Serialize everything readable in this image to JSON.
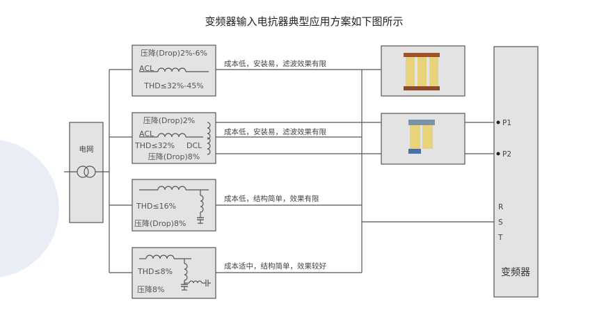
{
  "title": "变频器输入电抗器典型应用方案如下图所示",
  "grid": {
    "label": "电网"
  },
  "inverter": {
    "label": "变频器",
    "terminals": [
      "P1",
      "P2",
      "R",
      "S",
      "T"
    ]
  },
  "schemes": [
    {
      "drop": "压降(Drop)2%-6%",
      "acl": "ACL",
      "thd": "THD≤32%-45%",
      "note": "成本低，安装易，滤波效果有限"
    },
    {
      "drop": "压降(Drop)2%",
      "acl": "ACL",
      "thd": "THD≤32%",
      "dcl": "DCL",
      "drop2": "压降(Drop)8%",
      "note": "成本低，安装易，滤波效果有限"
    },
    {
      "thd": "THD≤16%",
      "drop": "压降(Drop)8%",
      "note": "成本低，结构简单，效果有限"
    },
    {
      "thd": "THD≤8%",
      "drop": "压降8%",
      "note": "成本适中，结构简单，效果较好"
    }
  ],
  "colors": {
    "box": "#e3e3e3",
    "line": "#555555",
    "bg_circle": "#e9eef6"
  }
}
